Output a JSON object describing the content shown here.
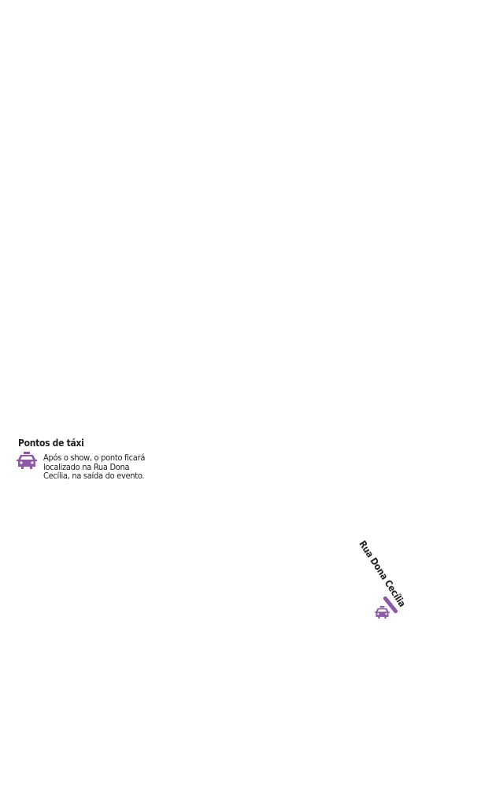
{
  "legend": {
    "title": "Pontos de táxi",
    "icon": "taxi-icon",
    "description": "Após o show, o ponto ficará localizado na Rua Dona Cecília, na saída do evento."
  },
  "map": {
    "street_label": "Rua Dona Cecília",
    "marker_icon": "taxi-icon"
  },
  "colors": {
    "accent": "#8e58a8"
  }
}
